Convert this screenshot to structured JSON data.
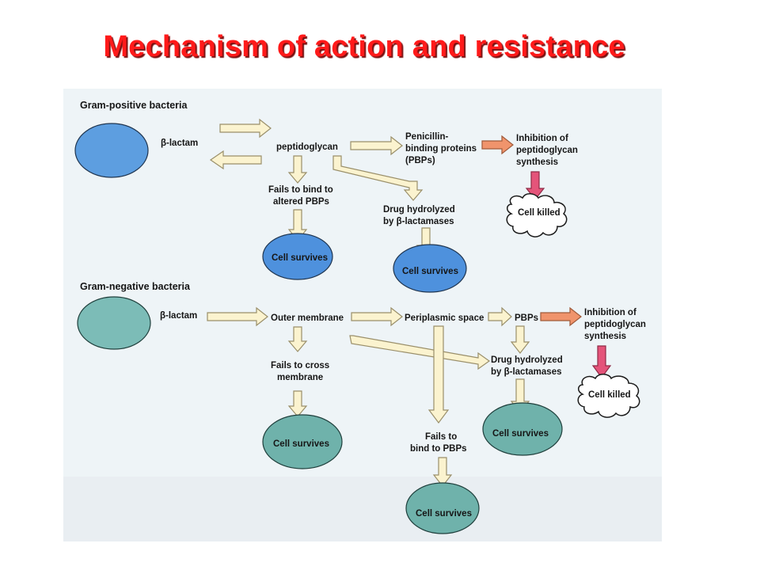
{
  "title": "Mechanism of action and resistance",
  "colors": {
    "title_red": "#ff1a1a",
    "panel_bg": "#eef3f7",
    "arrow_fill": "#fbf3cf",
    "arrow_stroke": "#9a8f6a",
    "salmon_arrow": "#f0946c",
    "pink_arrow": "#e4547a",
    "blue_cell": "#5d9ee0",
    "blue_survive": "#4e91dd",
    "teal_cell": "#7cbcb7",
    "teal_survive": "#6fb2ab"
  },
  "gram_positive": {
    "heading": "Gram-positive bacteria",
    "beta_lactam": "β-lactam",
    "peptidoglycan": "peptidoglycan",
    "pbp_lines": [
      "Penicillin-",
      "binding proteins",
      "(PBPs)"
    ],
    "inhibition_lines": [
      "Inhibition of",
      "peptidoglycan",
      "synthesis"
    ],
    "cell_killed": "Cell killed",
    "fails_bind_lines": [
      "Fails to bind to",
      "altered PBPs"
    ],
    "hydrolyzed_lines": [
      "Drug hydrolyzed",
      "by β-lactamases"
    ],
    "survives_1": "Cell survives",
    "survives_2": "Cell survives"
  },
  "gram_negative": {
    "heading": "Gram-negative bacteria",
    "beta_lactam": "β-lactam",
    "outer_membrane": "Outer membrane",
    "periplasmic": "Periplasmic space",
    "pbps": "PBPs",
    "inhibition_lines": [
      "Inhibition of",
      "peptidoglycan",
      "synthesis"
    ],
    "cell_killed": "Cell killed",
    "fails_cross_lines": [
      "Fails to cross",
      "membrane"
    ],
    "hydrolyzed_lines": [
      "Drug hydrolyzed",
      "by β-lactamases"
    ],
    "fails_bind_lines": [
      "Fails to",
      "bind to PBPs"
    ],
    "survives_1": "Cell survives",
    "survives_2": "Cell survives",
    "survives_3": "Cell survives"
  }
}
